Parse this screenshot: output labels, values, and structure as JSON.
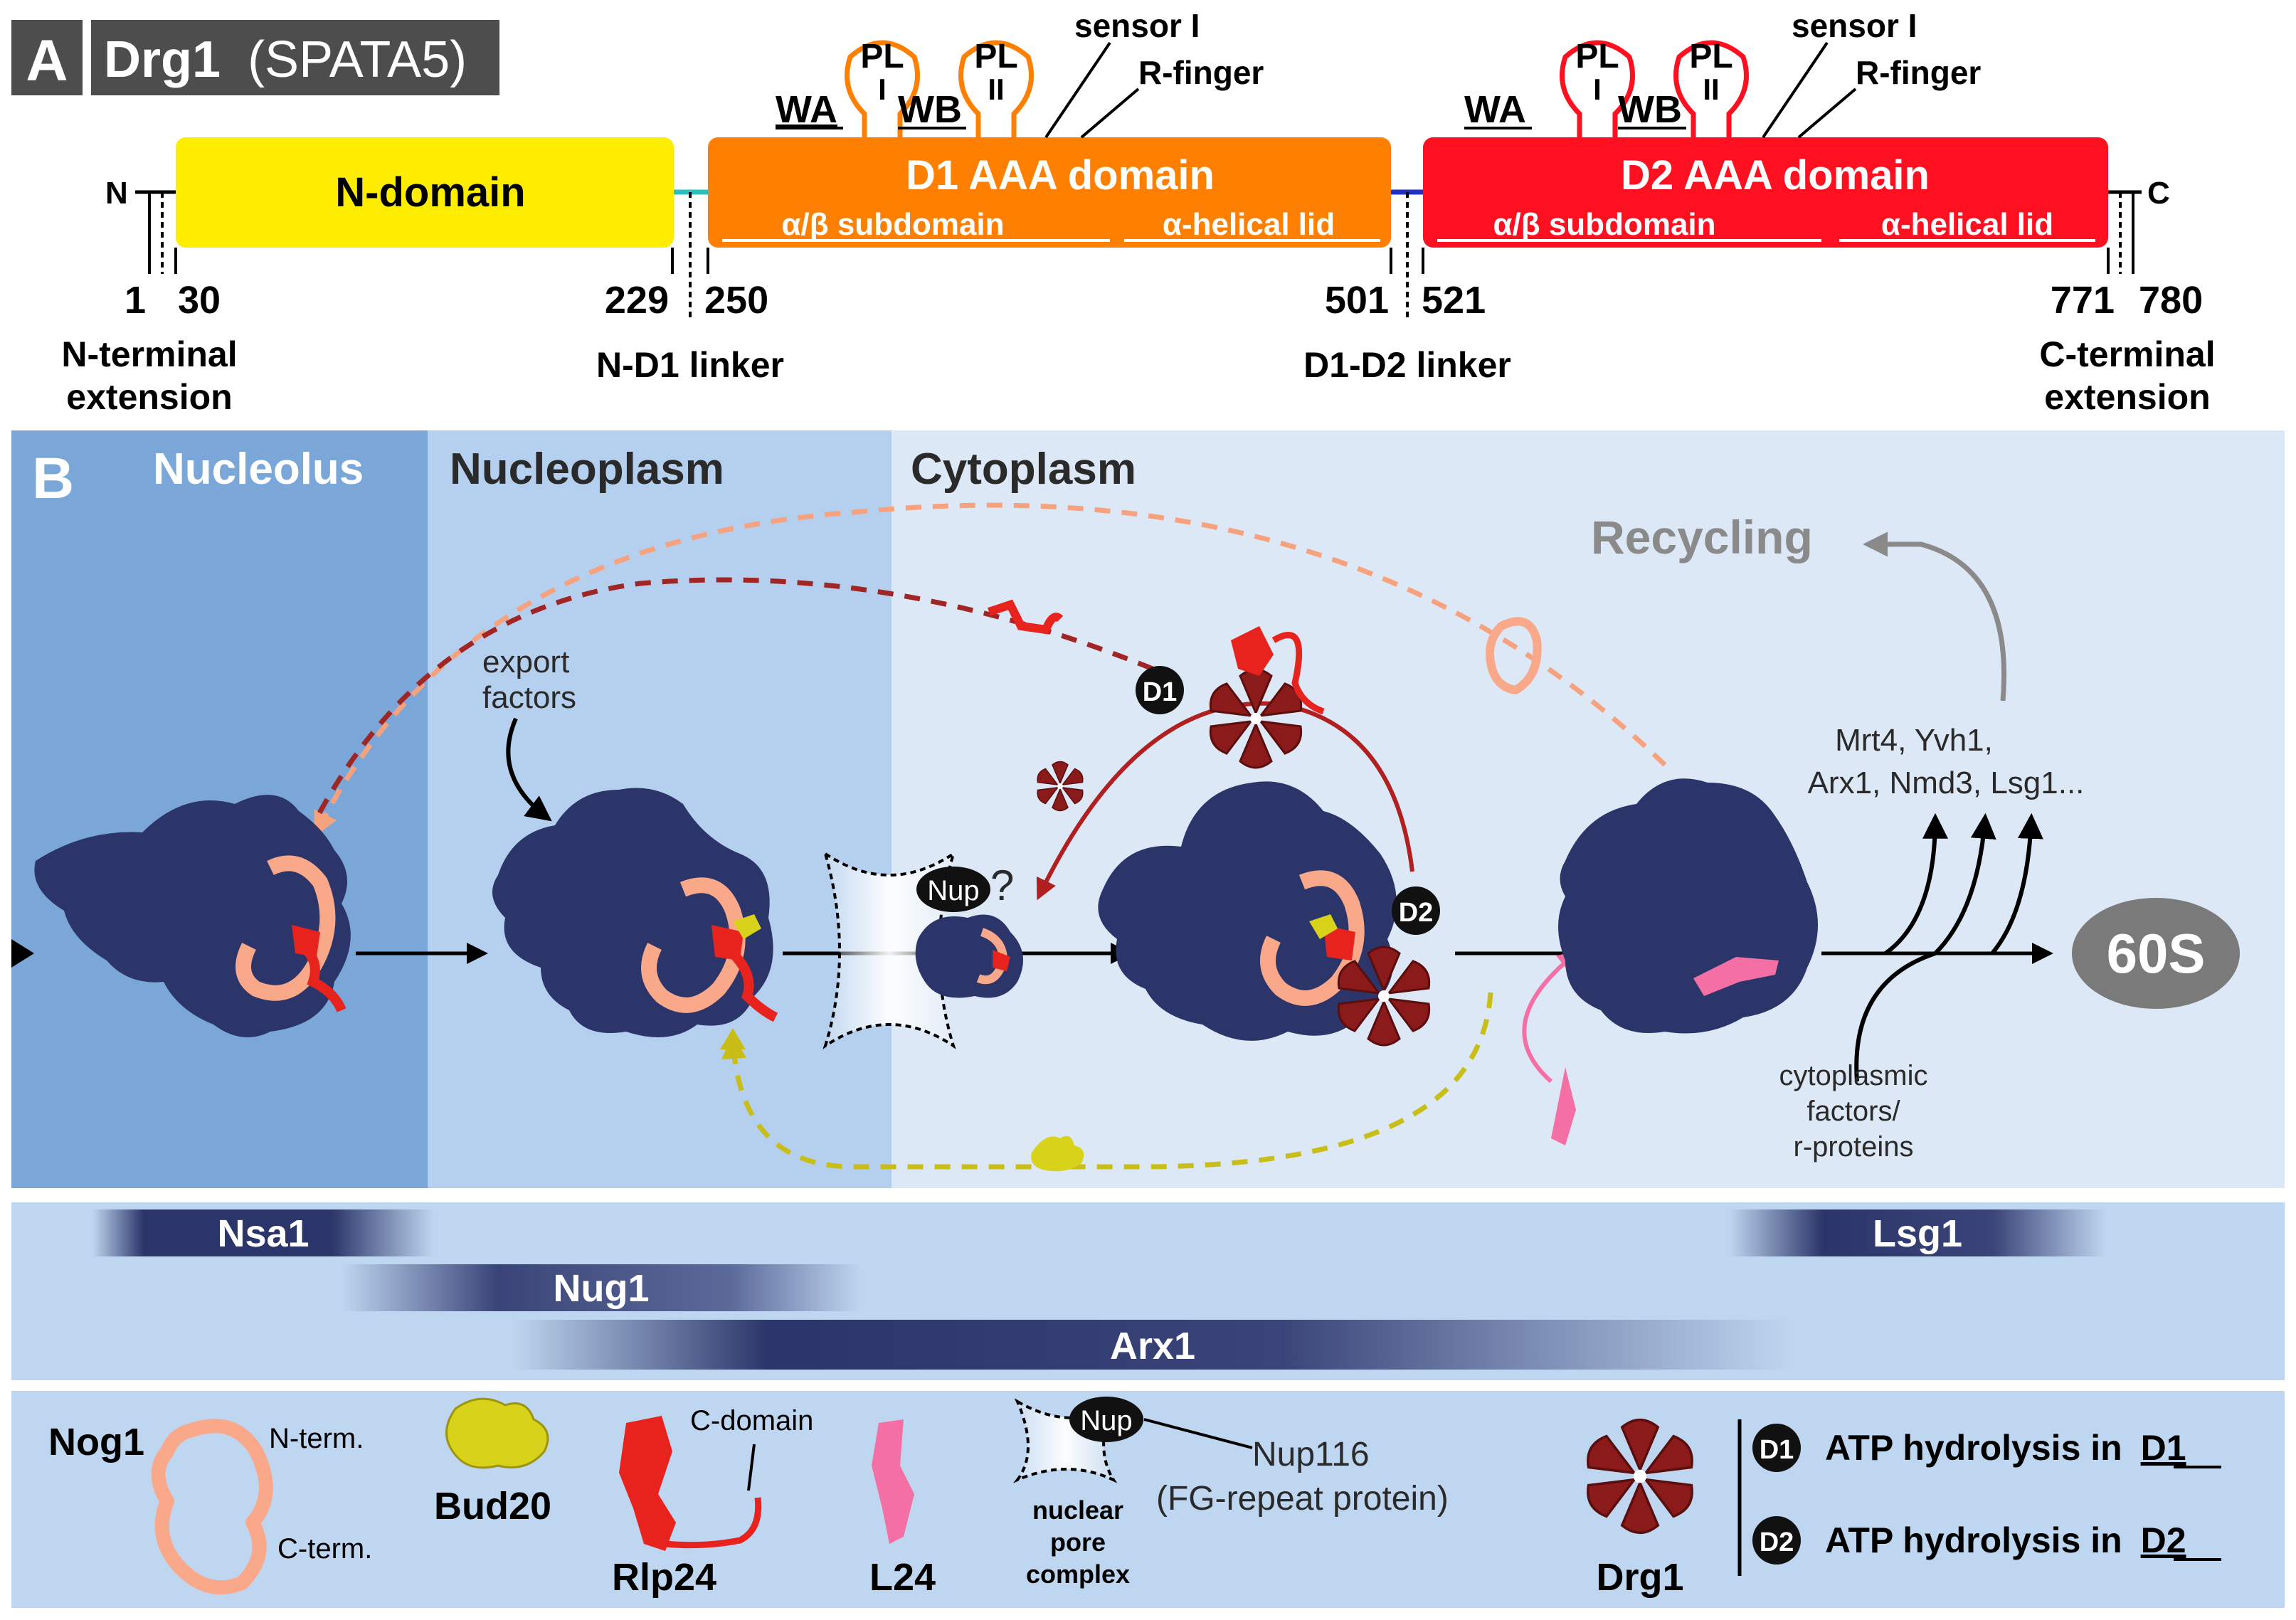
{
  "panel_a": {
    "panel_letter": "A",
    "protein_title": "Drg1",
    "protein_alias": "(SPATA5)",
    "n_terminus": "N",
    "c_terminus": "C",
    "domains": {
      "n_domain": "N-domain",
      "d1": "D1 AAA domain",
      "d2": "D2 AAA domain",
      "alpha_beta_sub": "α/β subdomain",
      "alpha_helical_lid": "α-helical lid"
    },
    "motifs": {
      "wa": "WA",
      "wb": "WB",
      "pl1_top": "PL",
      "pl1_bottom": "I",
      "pl2_top": "PL",
      "pl2_bottom": "II",
      "sensor": "sensor I",
      "rfinger": "R-finger"
    },
    "positions": [
      "1",
      "30",
      "229",
      "250",
      "501",
      "521",
      "771",
      "780"
    ],
    "region_labels": {
      "n_ext_1": "N-terminal",
      "n_ext_2": "extension",
      "nd1_linker": "N-D1 linker",
      "d1d2_linker": "D1-D2 linker",
      "c_ext_1": "C-terminal",
      "c_ext_2": "extension"
    },
    "colors": {
      "n_domain": "#FFED00",
      "d1": "#FF7F00",
      "d2": "#FF1020",
      "nd1_linker": "#2BBFC0",
      "d1d2_linker": "#2030C0"
    }
  },
  "panel_b": {
    "panel_letter": "B",
    "compartments": {
      "nucleolus": "Nucleolus",
      "nucleoplasm": "Nucleoplasm",
      "cytoplasm": "Cytoplasm"
    },
    "recycling": "Recycling",
    "export_factors_1": "export",
    "export_factors_2": "factors",
    "nup": "Nup",
    "question": "?",
    "d1_badge": "D1",
    "d2_badge": "D2",
    "released_1": "Mrt4, Yvh1,",
    "released_2": "Arx1, Nmd3, Lsg1...",
    "cyto_factors_1": "cytoplasmic",
    "cyto_factors_2": "factors/",
    "cyto_factors_3": "r-proteins",
    "mature": "60S",
    "colors": {
      "nucleolus_bg": "#7BA7D8",
      "nucleoplasm_bg": "#B5D0EE",
      "cytoplasm_bg": "#DCE8F6",
      "particle": "#2B3569",
      "nog1": "#F9A88A",
      "rlp24": "#E8231D",
      "bud20": "#D8D21A",
      "l24": "#F46FA4",
      "drg1": "#8B1A1A"
    }
  },
  "timeline": {
    "bars": [
      "Nsa1",
      "Nug1",
      "Arx1",
      "Lsg1"
    ]
  },
  "legend": {
    "nog1": "Nog1",
    "n_term": "N-term.",
    "c_term": "C-term.",
    "bud20": "Bud20",
    "rlp24": "Rlp24",
    "c_domain": "C-domain",
    "l24": "L24",
    "nup": "Nup",
    "nup116": "Nup116",
    "fg_repeat": "(FG-repeat protein)",
    "npc_1": "nuclear",
    "npc_2": "pore",
    "npc_3": "complex",
    "drg1": "Drg1",
    "d1_badge": "D1",
    "d2_badge": "D2",
    "atp_text": "ATP hydrolysis in",
    "atp_d1": "D1",
    "atp_d2": "D2"
  }
}
